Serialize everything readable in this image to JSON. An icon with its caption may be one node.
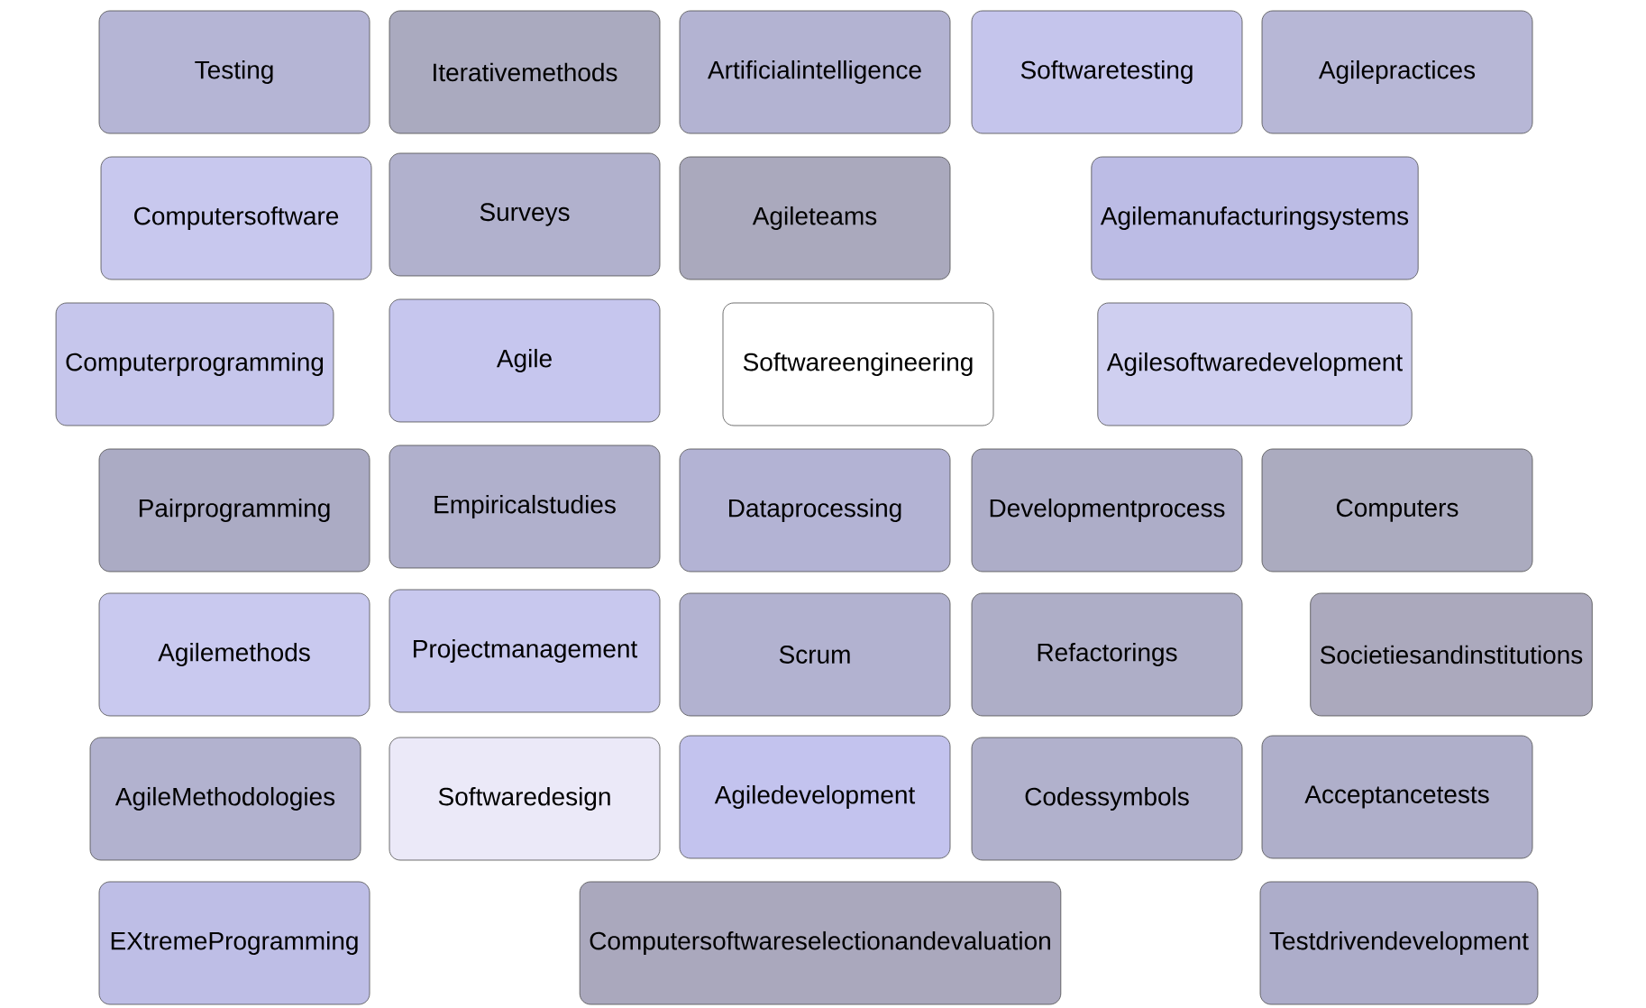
{
  "diagram": {
    "nodes": [
      {
        "text": [
          "Testing"
        ]
      },
      {
        "text": [
          "Iterativemethods"
        ]
      },
      {
        "text": [
          "Artificialintelligence"
        ]
      },
      {
        "text": [
          "Softwaretesting"
        ]
      },
      {
        "text": [
          "Agilepractices"
        ]
      },
      {
        "text": [
          "Computersoftware"
        ]
      },
      {
        "text": [
          "Surveys"
        ]
      },
      {
        "text": [
          "Agileteams"
        ]
      },
      {
        "text": [
          "Agilemanufacturingsystems"
        ]
      },
      {
        "text": [
          "Computerprogramming"
        ]
      },
      {
        "text": [
          "Agile"
        ]
      },
      {
        "text": [
          "Softwareengineering"
        ]
      },
      {
        "text": [
          "Agilesoftwaredevelopment"
        ]
      },
      {
        "text": [
          "Pairprogramming"
        ]
      },
      {
        "text": [
          "Empiricalstudies"
        ]
      },
      {
        "text": [
          "Dataprocessing"
        ]
      },
      {
        "text": [
          "Developmentprocess"
        ]
      },
      {
        "text": [
          "Computers"
        ]
      },
      {
        "text": [
          "Agilemethods"
        ]
      },
      {
        "text": [
          "Projectmanagement"
        ]
      },
      {
        "text": [
          "Scrum"
        ]
      },
      {
        "text": [
          "Refactorings"
        ]
      },
      {
        "text": [
          "Societiesandinstitutions"
        ]
      },
      {
        "text": [
          "AgileMethodologies"
        ]
      },
      {
        "text": [
          "Softwaredesign"
        ]
      },
      {
        "text": [
          "Agiledevelopment"
        ]
      },
      {
        "text": [
          "Codessymbols"
        ]
      },
      {
        "text": [
          "Acceptancetests"
        ]
      },
      {
        "text": [
          "EXtremeProgramming"
        ]
      },
      {
        "text": [
          "Computersoftwareselectionandevaluation"
        ]
      },
      {
        "text": [
          "Testdrivendevelopment"
        ]
      }
    ]
  }
}
